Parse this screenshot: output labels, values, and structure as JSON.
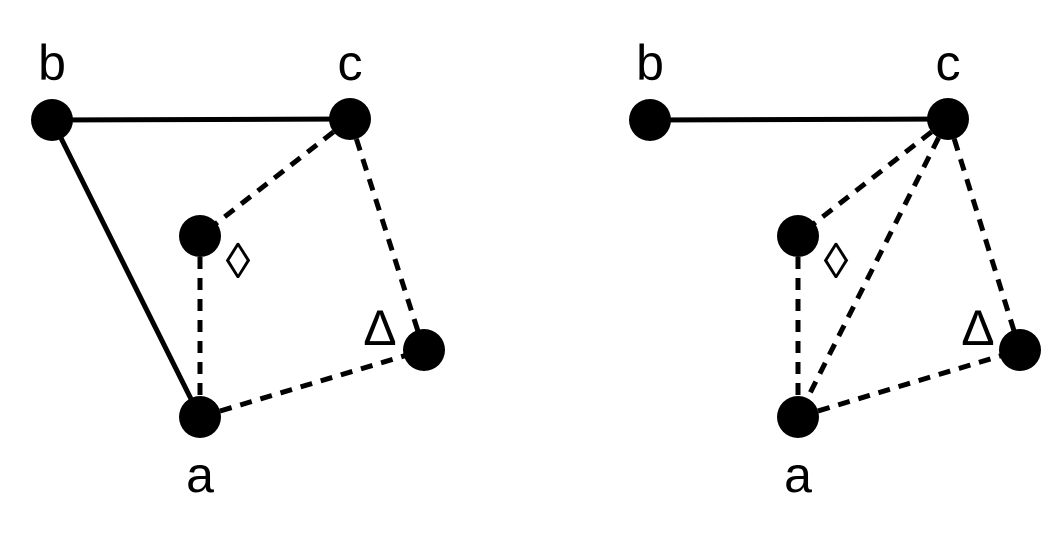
{
  "diagrams": [
    {
      "labels": {
        "a": "a",
        "b": "b",
        "c": "c",
        "diamond": "◊",
        "delta": "Δ"
      },
      "nodes": [
        "b",
        "c",
        "diamond",
        "delta",
        "a"
      ],
      "edges": [
        {
          "from": "b",
          "to": "c",
          "style": "solid"
        },
        {
          "from": "b",
          "to": "a",
          "style": "solid"
        },
        {
          "from": "c",
          "to": "diamond",
          "style": "dashed"
        },
        {
          "from": "c",
          "to": "delta",
          "style": "dashed"
        },
        {
          "from": "diamond",
          "to": "a",
          "style": "dashed"
        },
        {
          "from": "a",
          "to": "delta",
          "style": "dashed"
        }
      ]
    },
    {
      "labels": {
        "a": "a",
        "b": "b",
        "c": "c",
        "diamond": "◊",
        "delta": "Δ"
      },
      "nodes": [
        "b",
        "c",
        "diamond",
        "delta",
        "a"
      ],
      "edges": [
        {
          "from": "b",
          "to": "c",
          "style": "solid"
        },
        {
          "from": "c",
          "to": "diamond",
          "style": "dashed"
        },
        {
          "from": "c",
          "to": "a",
          "style": "dashed"
        },
        {
          "from": "c",
          "to": "delta",
          "style": "dashed"
        },
        {
          "from": "diamond",
          "to": "a",
          "style": "dashed"
        },
        {
          "from": "a",
          "to": "delta",
          "style": "dashed"
        }
      ]
    }
  ]
}
